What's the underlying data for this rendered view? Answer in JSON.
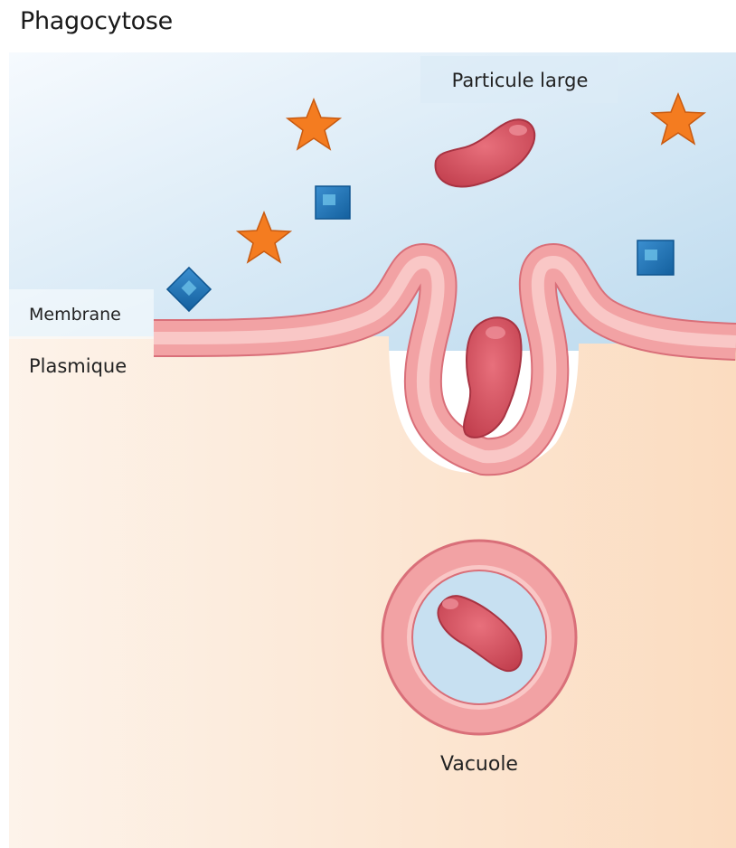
{
  "title": "Phagocytose",
  "labels": {
    "particle": "Particule large",
    "membrane": "Membrane",
    "plasmique": "Plasmique",
    "vacuole": "Vacuole"
  },
  "colors": {
    "extracellular_top": "#f4f9fd",
    "extracellular_bottom": "#bfdcef",
    "cytoplasm_left": "#fdf1e6",
    "cytoplasm_right": "#fbdcc0",
    "membrane_outer": "#f2a4a4",
    "membrane_inner": "#f8c4c4",
    "membrane_line": "#d9707a",
    "particle": "#d4505e",
    "star": "#f47c20",
    "cube": "#1d72b8"
  },
  "icons": [
    "star-icon",
    "cube-icon",
    "diamond-icon",
    "particle-icon"
  ]
}
